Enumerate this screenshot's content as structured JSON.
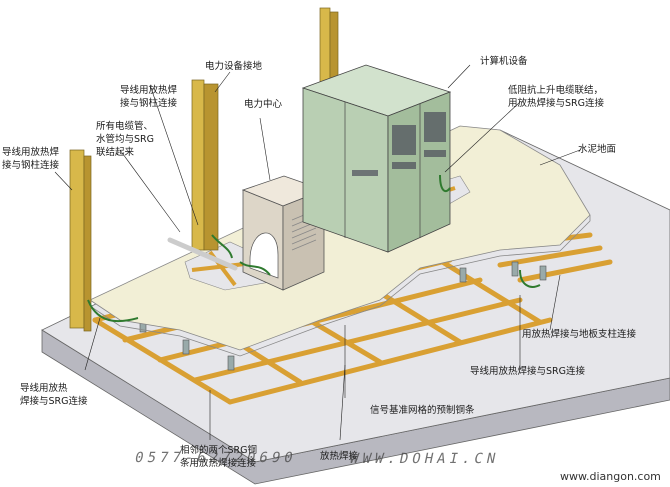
{
  "labels": {
    "computer": "计算机设备",
    "power_ground": "电力设备接地",
    "power_center": "电力中心",
    "conductor_steel_upper": "导线用放热焊\n接与钢柱连接",
    "all_pipes": "所有电缆管、\n水管均与SRG\n联结起来",
    "conductor_steel_left": "导线用放热焊\n接与钢柱连接",
    "low_impedance": "低阻抗上升电缆联结，\n用放热焊接与SRG连接",
    "cement_floor": "水泥地面",
    "support_column": "用放热焊接与地板支柱连接",
    "conductor_srg_right": "导线用放热焊接与SRG连接",
    "conductor_srg_left": "导线用放热\n焊接与SRG连接",
    "prefab_copper": "信号基准网格的预制铜条",
    "adjacent_srg": "相邻的两个SRG铜\n条用放热焊接连接",
    "exothermic": "放热焊接"
  },
  "watermark": {
    "phone": "0577-62720690",
    "site": "WWW.DOHAI.CN",
    "corner": "www.diangon.com"
  },
  "colors": {
    "slab_top": "#e6e6ea",
    "slab_side": "#b8b8c0",
    "raised_floor": "#f2efd6",
    "copper_strip": "#d9a033",
    "steel_column": "#d8b84a",
    "cabinet": "#b9cfb3",
    "power_center": "#ddd6c8",
    "ground_wire": "#2f7a2f"
  }
}
